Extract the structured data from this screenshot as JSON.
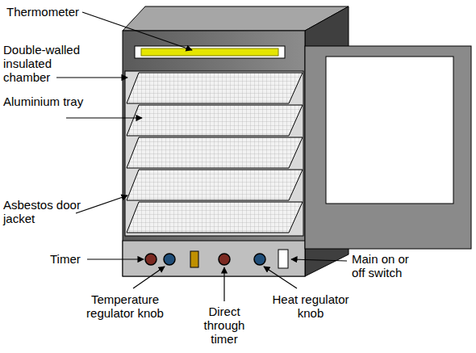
{
  "diagram": {
    "labels": [
      "Thermometer",
      "Double-walled insulated chamber",
      "Aluminium tray",
      "Asbestos door jacket",
      "Timer",
      "Temperature regulator knob",
      "Direct through timer",
      "Heat regulator knob",
      "Main on or off switch"
    ]
  }
}
